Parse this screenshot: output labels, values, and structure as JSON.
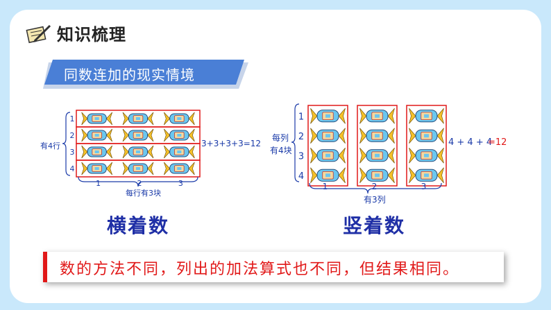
{
  "header": {
    "title": "知识梳理"
  },
  "banner": {
    "text": "同数连加的现实情境"
  },
  "left_figure": {
    "rows": 4,
    "cols": 3,
    "row_labels": [
      "1",
      "2",
      "3",
      "4"
    ],
    "col_labels": [
      "1",
      "2",
      "3"
    ],
    "side_label": "有4行",
    "bottom_label": "每行有3块",
    "equation": "3+3+3+3=12",
    "caption": "横着数"
  },
  "right_figure": {
    "rows": 4,
    "cols": 3,
    "row_labels": [
      "1",
      "2",
      "3",
      "4"
    ],
    "col_labels": [
      "1",
      "2",
      "3"
    ],
    "side_label_line1": "每列",
    "side_label_line2": "有4块",
    "bottom_label": "有3列",
    "equation_terms": "4 + 4 + 4",
    "equation_result": "=12",
    "caption": "竖着数"
  },
  "conclusion": {
    "text": "数的方法不同，列出的加法算式也不同，但结果相同。"
  },
  "colors": {
    "accent_red": "#e11818",
    "text_blue": "#1a3aa8",
    "banner_blue": "#4a7fd6",
    "background": "#c9e8fb"
  }
}
